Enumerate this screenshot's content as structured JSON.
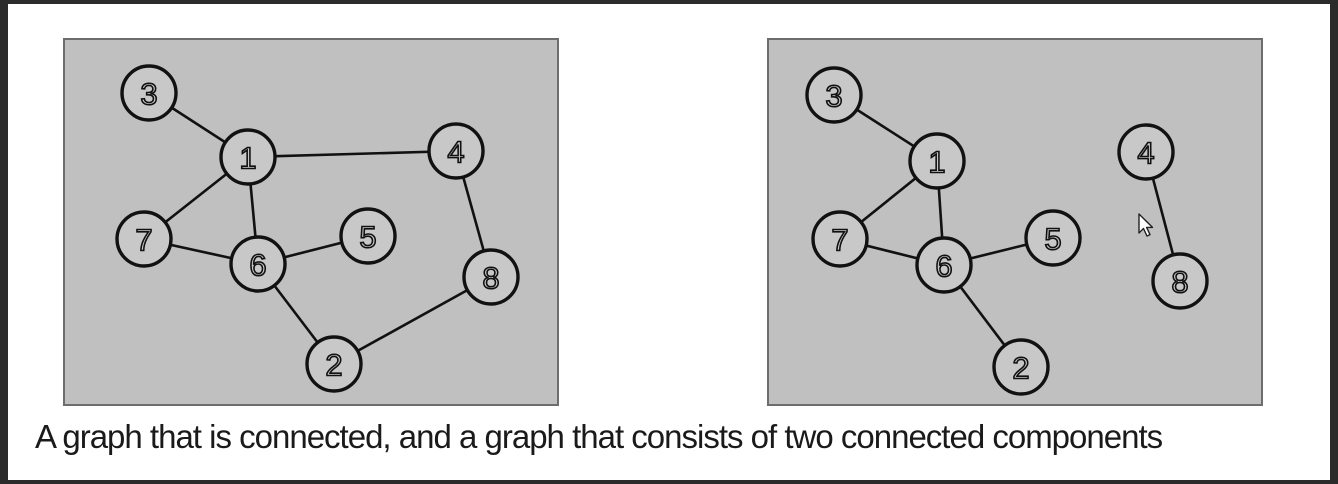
{
  "caption": "A graph that is connected, and a graph that consists of two connected components",
  "graphs": [
    {
      "id": "connected",
      "nodes": [
        "3",
        "1",
        "4",
        "7",
        "6",
        "5",
        "8",
        "2"
      ],
      "edges": [
        [
          "3",
          "1"
        ],
        [
          "1",
          "4"
        ],
        [
          "1",
          "7"
        ],
        [
          "1",
          "6"
        ],
        [
          "7",
          "6"
        ],
        [
          "6",
          "5"
        ],
        [
          "6",
          "2"
        ],
        [
          "4",
          "8"
        ],
        [
          "8",
          "2"
        ]
      ]
    },
    {
      "id": "components",
      "nodes": [
        "3",
        "1",
        "4",
        "7",
        "6",
        "5",
        "8",
        "2"
      ],
      "edges": [
        [
          "3",
          "1"
        ],
        [
          "1",
          "7"
        ],
        [
          "1",
          "6"
        ],
        [
          "7",
          "6"
        ],
        [
          "6",
          "5"
        ],
        [
          "6",
          "2"
        ],
        [
          "4",
          "8"
        ]
      ]
    }
  ]
}
